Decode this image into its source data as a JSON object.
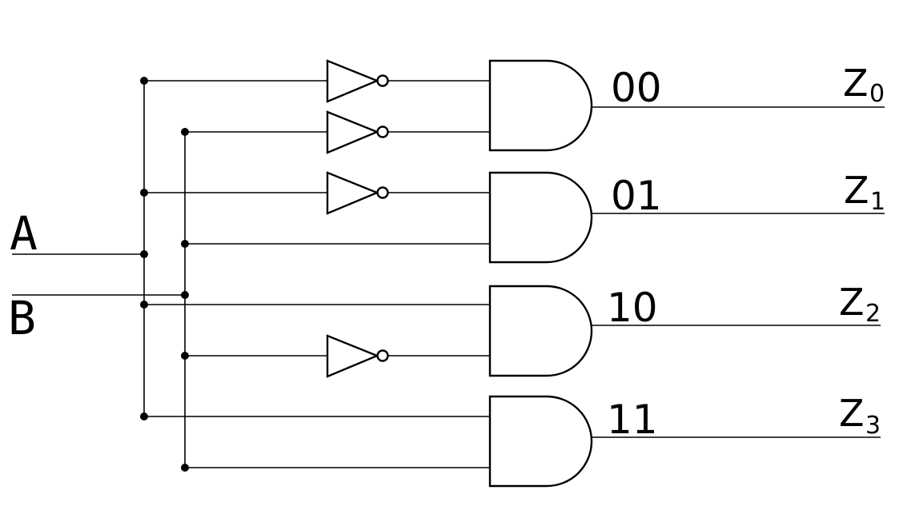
{
  "inputs": {
    "a": "A",
    "b": "B"
  },
  "outputs": [
    {
      "code": "00",
      "name": "Z",
      "sub": "0"
    },
    {
      "code": "01",
      "name": "Z",
      "sub": "1"
    },
    {
      "code": "10",
      "name": "Z",
      "sub": "2"
    },
    {
      "code": "11",
      "name": "Z",
      "sub": "3"
    }
  ]
}
